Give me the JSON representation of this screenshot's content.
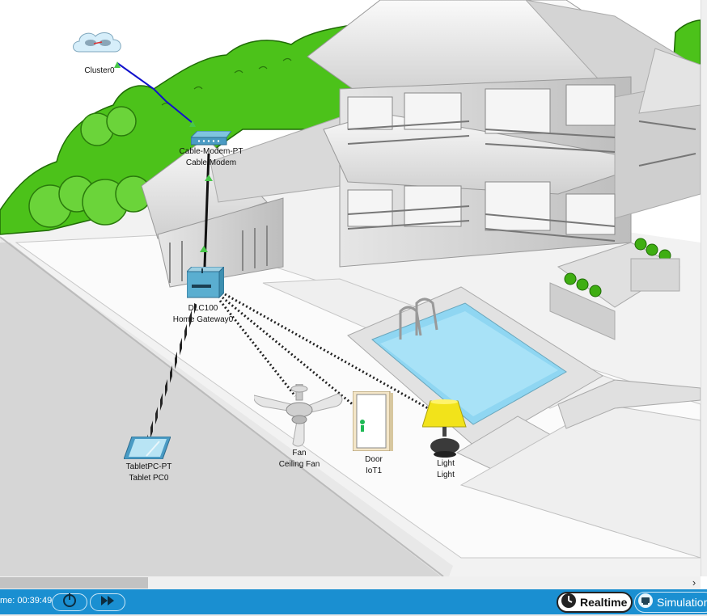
{
  "devices": {
    "cluster": {
      "label": "Cluster0"
    },
    "modem": {
      "type_label": "Cable-Modem-PT",
      "name_label": "Cable Modem"
    },
    "gateway": {
      "type_label": "DLC100",
      "name_label": "Home Gateway0"
    },
    "tablet": {
      "type_label": "TabletPC-PT",
      "name_label": "Tablet PC0"
    },
    "fan": {
      "type_label": "Fan",
      "name_label": "Ceiling Fan"
    },
    "door": {
      "type_label": "Door",
      "name_label": "IoT1"
    },
    "light": {
      "type_label": "Light",
      "name_label": "Light"
    }
  },
  "statusbar": {
    "time_text": "me: 00:39:49",
    "realtime_label": "Realtime",
    "simulation_label": "Simulation"
  },
  "scrollbar": {
    "right_arrow": "›"
  },
  "colors": {
    "status_bar": "#1a8fd1",
    "tree_green": "#4cc21a",
    "coax_link": "#1111cc",
    "pool_water": "#8fd6f2",
    "link_up": "#48c848"
  }
}
